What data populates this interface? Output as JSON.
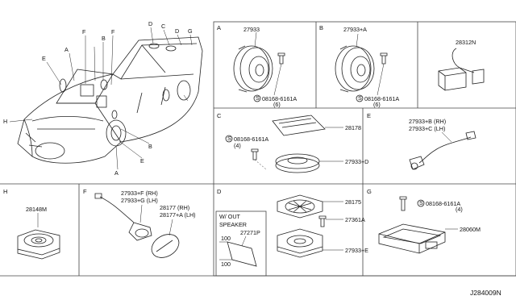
{
  "diagram": {
    "drawing_ref": "J284009N",
    "car_callouts": [
      "E",
      "A",
      "F",
      "B",
      "F",
      "H",
      "D",
      "C",
      "D",
      "G",
      "B",
      "E",
      "A"
    ],
    "sections": {
      "A": {
        "id": "A",
        "speaker": "27933",
        "screw": "08168-6161A",
        "screw_qty": "(6)"
      },
      "B": {
        "id": "B",
        "speaker": "27933+A",
        "screw": "08168-6161A",
        "screw_qty": "(6)"
      },
      "C": {
        "id": "C",
        "sheet": "28178",
        "screw": "08168-6161A",
        "screw_qty": "(4)",
        "speaker": "27933+D"
      },
      "D": {
        "id": "D",
        "grille": "28175",
        "bracket": "27361A",
        "speaker": "27933+E",
        "note_line1": "W/ OUT",
        "note_line2": "SPEAKER",
        "note_part": "27271P",
        "dim_top": "100",
        "dim_bottom": "100"
      },
      "E": {
        "id": "E",
        "part_rh": "27933+B (RH)",
        "part_lh": "27933+C (LH)"
      },
      "F": {
        "id": "F",
        "part_rh": "27933+F (RH)",
        "part_lh": "27933+G (LH)",
        "grille_rh": "28177 (RH)",
        "grille_lh": "28177+A (LH)"
      },
      "G": {
        "id": "G",
        "screw": "08168-6161A",
        "screw_qty": "(4)",
        "amp": "28060M"
      },
      "H": {
        "id": "H",
        "speaker": "28148M"
      },
      "misc": {
        "part": "28312N"
      }
    }
  }
}
